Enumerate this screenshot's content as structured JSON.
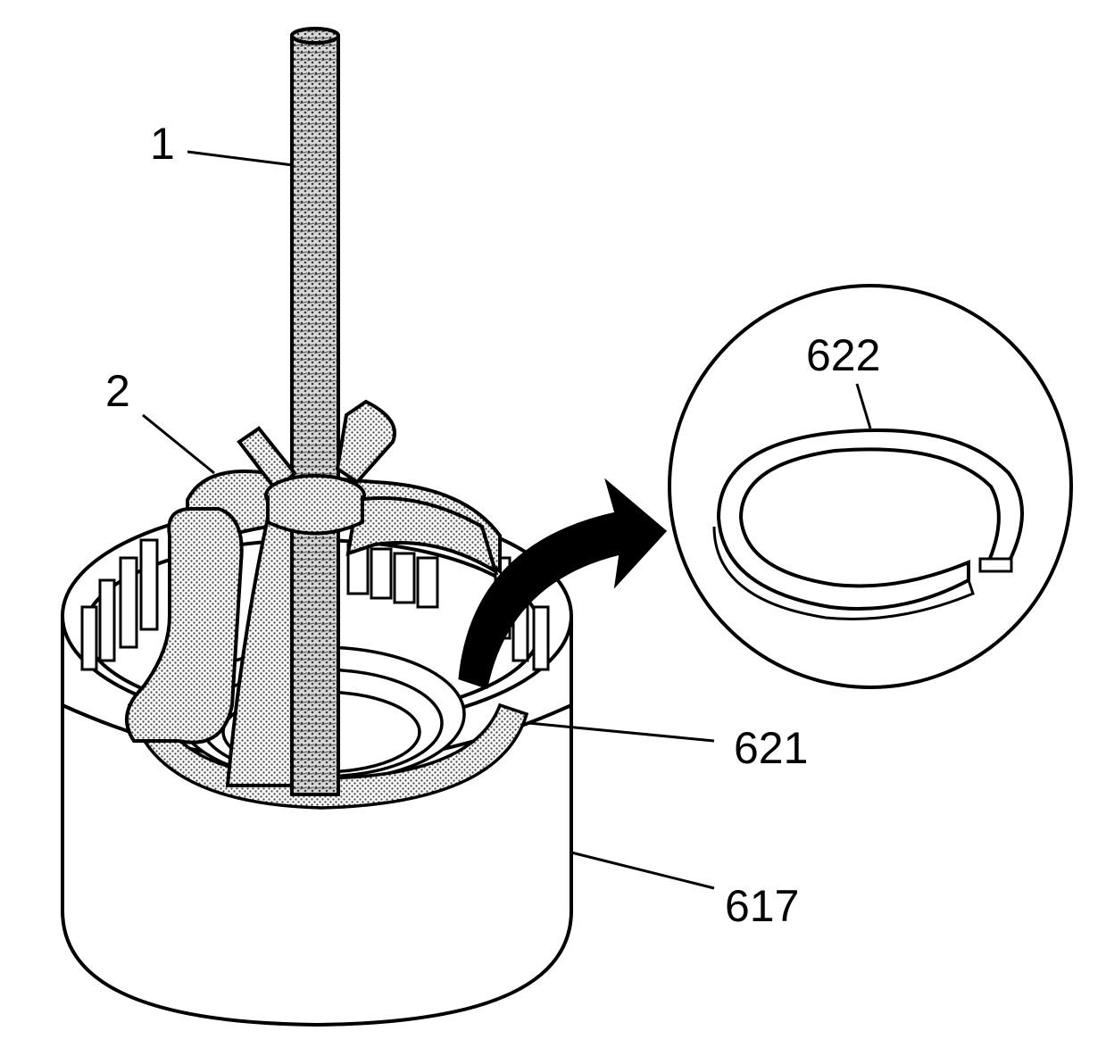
{
  "callouts": {
    "threaded_rod": "1",
    "puller_jaws": "2",
    "snap_ring": "622",
    "piston_housing_ring": "621",
    "drum_housing": "617"
  },
  "colors": {
    "line": "#000000",
    "background": "#ffffff",
    "stipple": "#9a9a9a"
  }
}
